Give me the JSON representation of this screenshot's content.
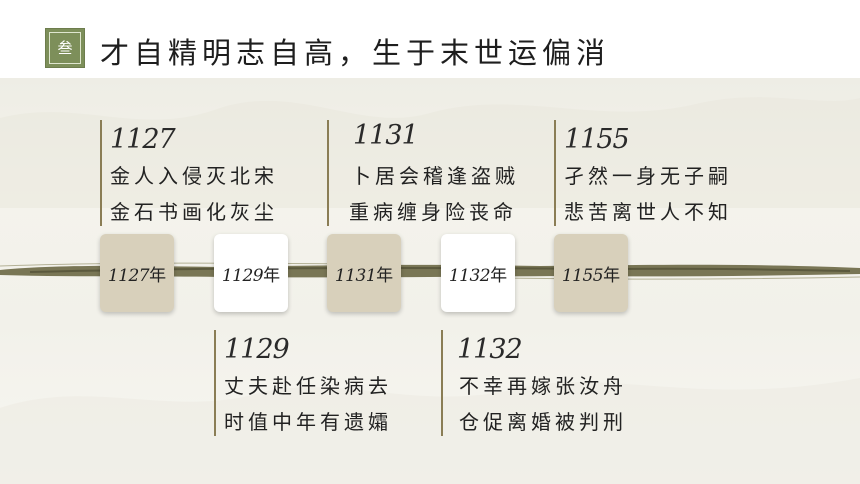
{
  "header": {
    "seal_char": "叁",
    "title": "才自精明志自高，生于末世运偏消"
  },
  "colors": {
    "seal": "#7d8f5a",
    "brush": "#6b6845",
    "marker_dark": "#d8d0bb",
    "marker_light": "#ffffff",
    "divider": "#8a7d55"
  },
  "timeline": {
    "markers": [
      {
        "year": "1127",
        "suffix": "年",
        "style": "dark"
      },
      {
        "year": "1129",
        "suffix": "年",
        "style": "light"
      },
      {
        "year": "1131",
        "suffix": "年",
        "style": "dark"
      },
      {
        "year": "1132",
        "suffix": "年",
        "style": "light"
      },
      {
        "year": "1155",
        "suffix": "年",
        "style": "dark"
      }
    ],
    "events": [
      {
        "year": "1127",
        "line1": "金人入侵灭北宋",
        "line2": "金石书画化灰尘"
      },
      {
        "year": "1131",
        "line1": "卜居会稽逢盗贼",
        "line2": "重病缠身险丧命"
      },
      {
        "year": "1155",
        "line1": "孑然一身无子嗣",
        "line2": "悲苦离世人不知"
      },
      {
        "year": "1129",
        "line1": "丈夫赴任染病去",
        "line2": "时值中年有遗孀"
      },
      {
        "year": "1132",
        "line1": "不幸再嫁张汝舟",
        "line2": "仓促离婚被判刑"
      }
    ]
  }
}
